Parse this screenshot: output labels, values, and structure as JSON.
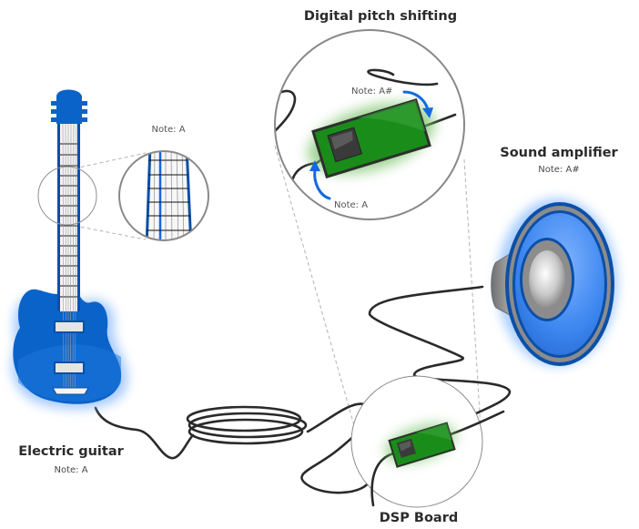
{
  "diagram": {
    "title": "Digital pitch shifting",
    "colors": {
      "guitar_blue": "#0a63c9",
      "guitar_dark": "#0b4fa8",
      "board_green": "#1a8c1a",
      "board_dark": "#2e2e2e",
      "arrow_blue": "#1469e0",
      "speaker_blue": "#3b86ef",
      "speaker_gray": "#8c8c8c",
      "cable": "#2a2a2a"
    },
    "guitar": {
      "label": "Electric guitar",
      "note": "Note: A",
      "icon": "electric-guitar-icon"
    },
    "fretboard_zoom": {
      "note": "Note: A",
      "icon": "fretboard-magnifier-icon"
    },
    "dsp_zoom": {
      "note_in": "Note: A",
      "note_out": "Note: A#",
      "icon": "circuit-board-icon"
    },
    "dsp_board": {
      "label": "DSP Board",
      "icon": "circuit-board-icon"
    },
    "amplifier": {
      "label": "Sound amplifier",
      "note": "Note: A#",
      "icon": "speaker-icon"
    }
  }
}
